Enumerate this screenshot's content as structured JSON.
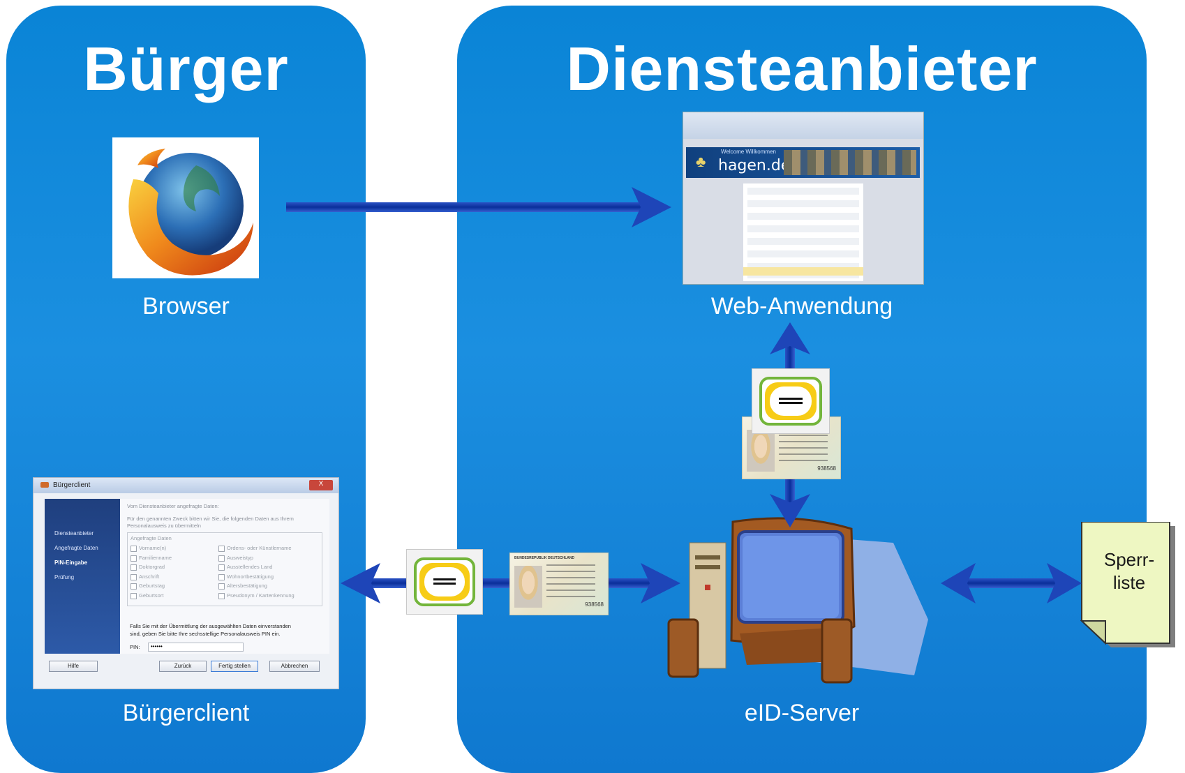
{
  "sections": {
    "left_title": "Bürger",
    "right_title": "Diensteanbieter"
  },
  "nodes": {
    "browser": "Browser",
    "web_app": "Web-Anwendung",
    "client": "Bürgerclient",
    "eid_server": "eID-Server",
    "blocklist": [
      "Sperr-",
      "liste"
    ]
  },
  "web_app_screenshot": {
    "banner_small": "Welcome Willkommen",
    "banner": "hagen.de"
  },
  "client_dialog": {
    "title": "Bürgerclient",
    "close": "X",
    "steps": [
      "Diensteanbieter",
      "Angefragte Daten",
      "PIN-Eingabe",
      "Prüfung"
    ],
    "active_step": "PIN-Eingabe",
    "heading": "Vom Diensteanbieter angefragte Daten:",
    "intro": [
      "Für den genannten Zweck bitten wir Sie, die folgenden Daten aus Ihrem",
      "Personalausweis zu übermitteln"
    ],
    "group_label": "Angefragte Daten",
    "fields_left": [
      "Vorname(n)",
      "Familienname",
      "Doktorgrad",
      "Anschrift",
      "Geburtstag",
      "Geburtsort"
    ],
    "fields_right": [
      "Ordens- oder Künstlername",
      "Ausweistyp",
      "Ausstellendes Land",
      "Wohnortbestätigung",
      "Altersbestätigung",
      "Pseudonym / Kartenkennung"
    ],
    "consent": [
      "Falls Sie mit der Übermittlung der ausgewählten Daten einverstanden",
      "sind, geben Sie bitte Ihre sechsstellige Personalausweis PIN ein."
    ],
    "pin_label": "PIN:",
    "pin_value": "••••••",
    "buttons": {
      "help": "Hilfe",
      "back": "Zurück",
      "finish": "Fertig stellen",
      "cancel": "Abbrechen"
    }
  },
  "id_card": {
    "header": "BUNDESREPUBLIK DEUTSCHLAND",
    "number": "938568"
  },
  "colors": {
    "panel": "#0a84d6",
    "arrow": "#0a3b9e",
    "doc": "#eef7c2"
  }
}
